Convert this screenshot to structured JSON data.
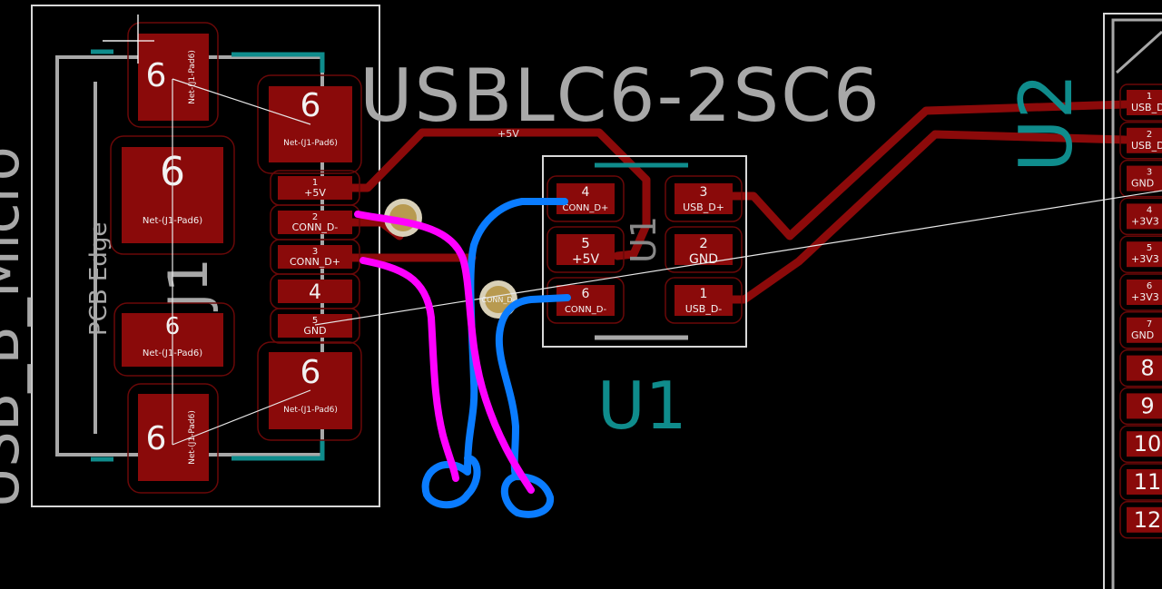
{
  "texts": {
    "usblc_value": "USBLC6-2SC6",
    "u1_ref": "U1",
    "u2_ref": "U2",
    "pcb_edge": "PCB Edge",
    "j1_ref": "J1",
    "usb_connector_value": "USB_B_Micro",
    "trace_5v_label": "+5V",
    "via_label": "CONN_D-"
  },
  "j1": {
    "shield_pads": [
      {
        "num": "6",
        "net": "Net-(J1-Pad6)"
      },
      {
        "num": "6",
        "net": "Net-(J1-Pad6)"
      },
      {
        "num": "6",
        "net": "Net-(J1-Pad6)"
      },
      {
        "num": "6",
        "net": "Net-(J1-Pad6)"
      },
      {
        "num": "6",
        "net": "Net-(J1-Pad6)"
      },
      {
        "num": "6",
        "net": "Net-(J1-Pad6)"
      }
    ],
    "pins": [
      {
        "num": "1",
        "net": "+5V"
      },
      {
        "num": "2",
        "net": "CONN_D-"
      },
      {
        "num": "3",
        "net": "CONN_D+"
      },
      {
        "num": "4",
        "net": ""
      },
      {
        "num": "5",
        "net": "GND"
      }
    ]
  },
  "u1": {
    "pins": [
      {
        "num": "4",
        "net": "CONN_D+"
      },
      {
        "num": "5",
        "net": "+5V"
      },
      {
        "num": "6",
        "net": "CONN_D-"
      },
      {
        "num": "3",
        "net": "USB_D+"
      },
      {
        "num": "2",
        "net": "GND"
      },
      {
        "num": "1",
        "net": "USB_D-"
      }
    ]
  },
  "u2": {
    "pins": [
      {
        "num": "1",
        "net": "USB_D-"
      },
      {
        "num": "2",
        "net": "USB_D+"
      },
      {
        "num": "3",
        "net": "GND"
      },
      {
        "num": "4",
        "net": "+3V3"
      },
      {
        "num": "5",
        "net": "+3V3"
      },
      {
        "num": "6",
        "net": "+3V3"
      },
      {
        "num": "7",
        "net": "GND"
      },
      {
        "num": "8",
        "net": ""
      },
      {
        "num": "9",
        "net": ""
      },
      {
        "num": "10",
        "net": ""
      },
      {
        "num": "11",
        "net": ""
      },
      {
        "num": "12",
        "net": ""
      }
    ]
  },
  "colors": {
    "background": "#000000",
    "pad": "#8a0a0a",
    "pad_outline": "#b01212",
    "track": "#8c0a0a",
    "silkscreen_teal": "#0f8c8c",
    "fab_gray": "#a8a8a8",
    "courtyard_white": "#d8d8d8",
    "annotation_magenta": "#ff00ff",
    "annotation_blue": "#0a7cff",
    "via_ring": "#c8b890"
  },
  "icons": {
    "cursor": "crosshair-cursor-icon"
  }
}
